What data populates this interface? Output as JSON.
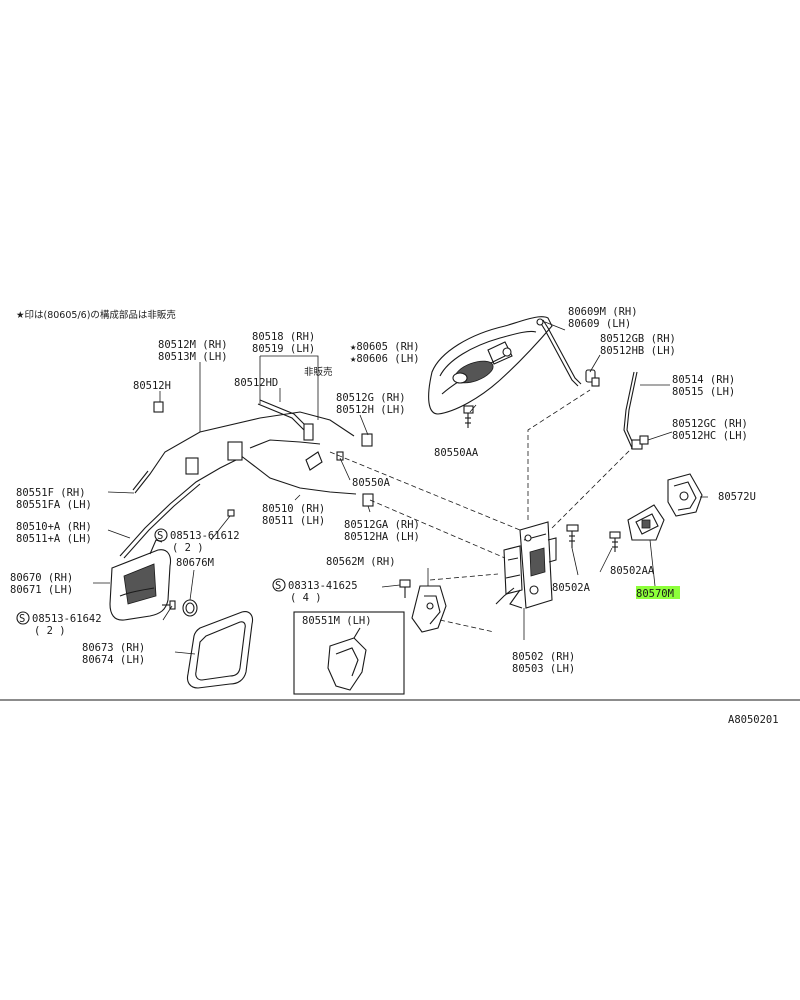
{
  "note": "★印は(80605/6)の構成部品は非販売",
  "diagram_code": "A8050201",
  "labels": {
    "l80512m": "80512M (RH)",
    "l80513m": "80513M (LH)",
    "l80512h": "80512H",
    "l80518": "80518 (RH)",
    "l80519": "80519 (LH)",
    "l80512hd": "80512HD",
    "nonsale": "非販売",
    "l80512g": "80512G (RH)",
    "l80512h_lh": "80512H (LH)",
    "l80609m": "80609M (RH)",
    "l80609": "80609  (LH)",
    "l80605": "★80605 (RH)",
    "l80606": "★80606 (LH)",
    "l80512gb": "80512GB (RH)",
    "l80512hb": "80512HB (LH)",
    "l80514": "80514 (RH)",
    "l80515": "80515 (LH)",
    "l80512gc": "80512GC (RH)",
    "l80512hc": "80512HC (LH)",
    "l80550aa": "80550AA",
    "l80550a": "80550A",
    "l80551f": "80551F  (RH)",
    "l80551fa": "80551FA (LH)",
    "l80510a": "80510+A (RH)",
    "l80511a": "80511+A (LH)",
    "l80510": "80510 (RH)",
    "l80511": "80511 (LH)",
    "l80512ga": "80512GA (RH)",
    "l80512ha": "80512HA (LH)",
    "l08513_1": "08513-61612",
    "l08513_1q": "( 2 )",
    "l80572u": "80572U",
    "l80670": "80670 (RH)",
    "l80671": "80671 (LH)",
    "l80676m": "80676M",
    "l80562m": "80562M (RH)",
    "l08313": "08313-41625",
    "l08313q": "( 4 )",
    "l80502aa": "80502AA",
    "l80502a": "80502A",
    "l80570m": "80570M",
    "l08513_2": "08513-61642",
    "l08513_2q": "( 2 )",
    "l80551m": "80551M (LH)",
    "l80673": "80673 (RH)",
    "l80674": "80674 (LH)",
    "l80502": "80502 (RH)",
    "l80503": "80503 (LH)",
    "s1": "S",
    "s2": "S",
    "s3": "S"
  },
  "colors": {
    "line": "#1a1a1a",
    "highlight": "#8dff3a",
    "background": "#ffffff"
  }
}
